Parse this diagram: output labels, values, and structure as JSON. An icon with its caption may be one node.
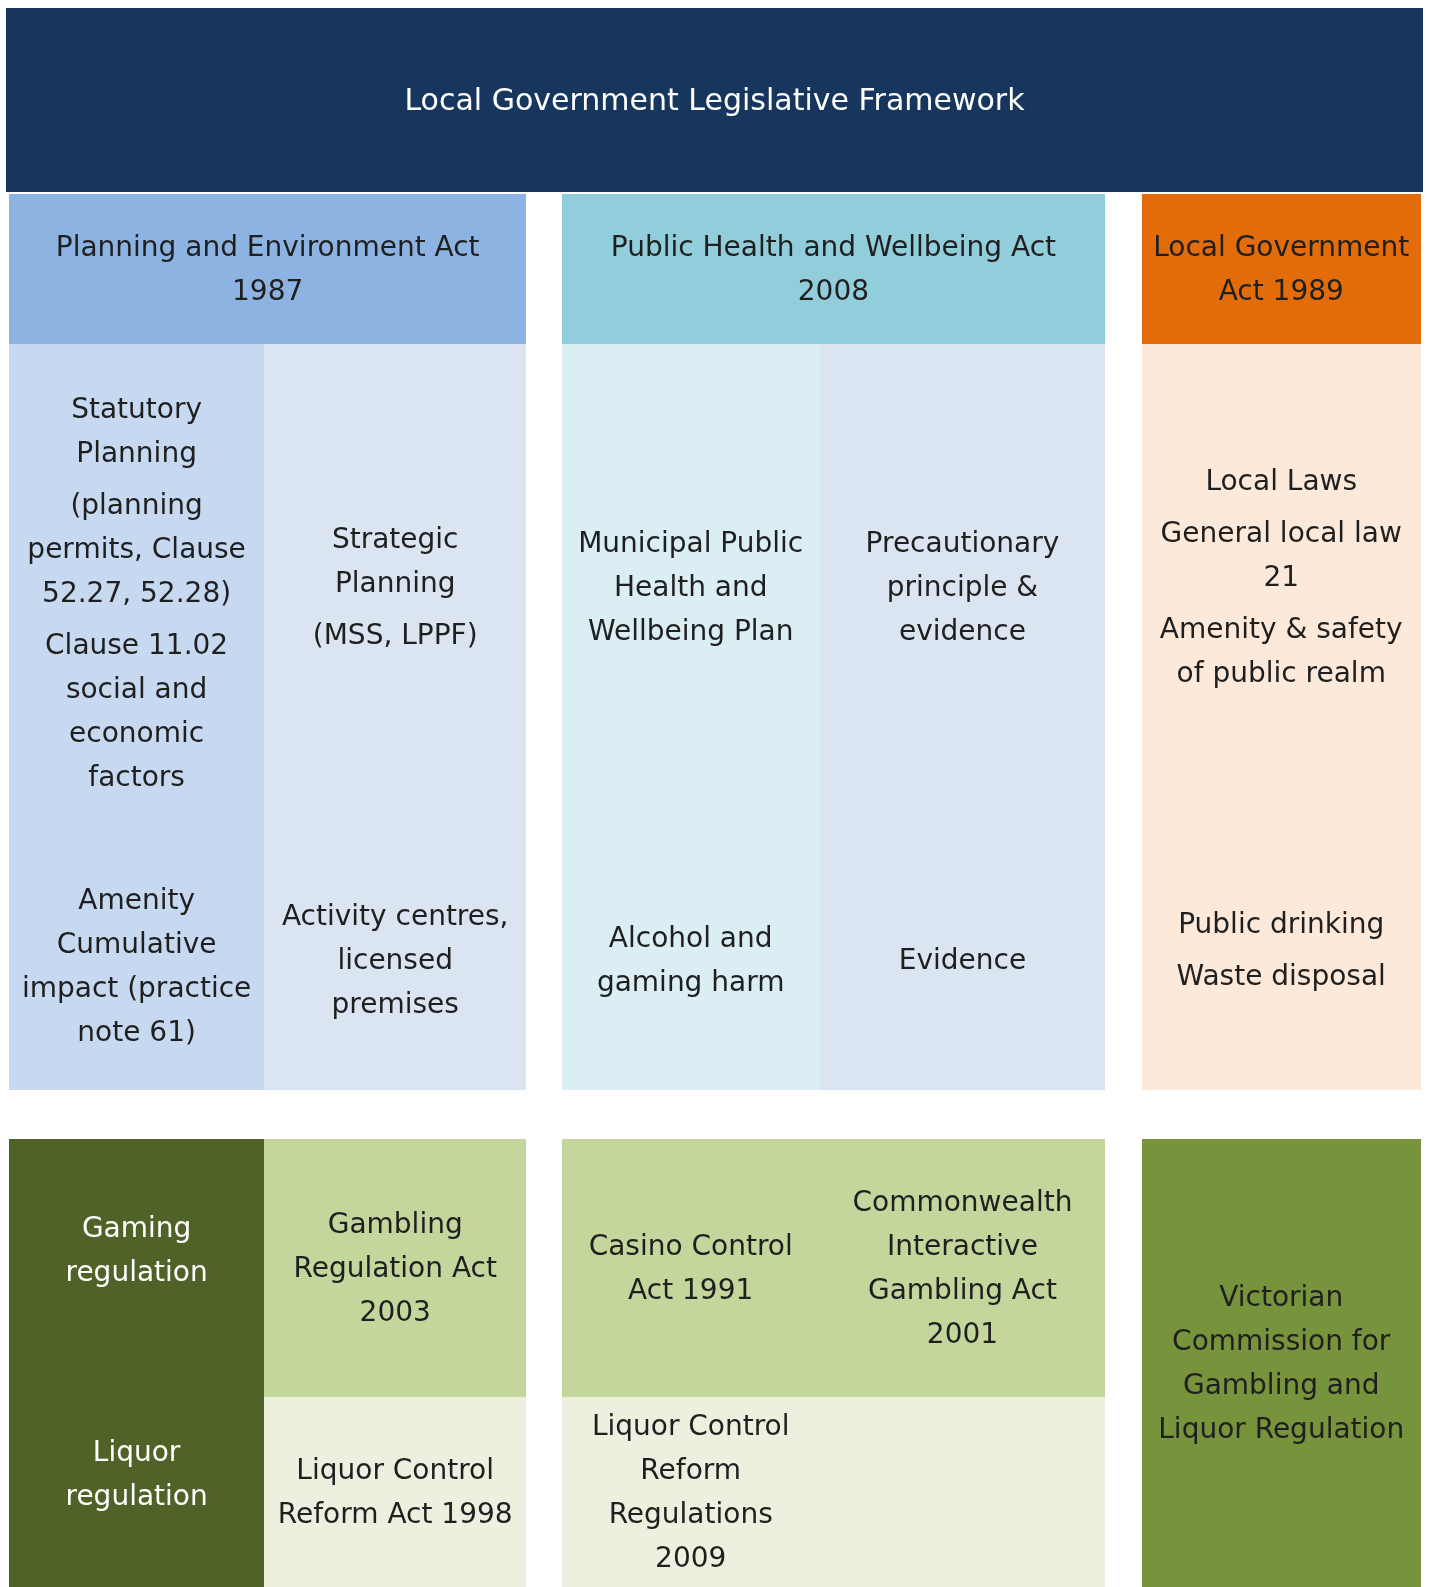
{
  "diagram": {
    "nodes": [
      {
        "text": [
          "Local Government Legislative Framework"
        ]
      },
      {
        "text": [
          "Planning and Environment Act 1987"
        ]
      },
      {
        "text": [
          "Statutory Planning",
          "(planning permits, Clause 52.27, 52.28)",
          "Clause 11.02 social and economic factors"
        ]
      },
      {
        "text": [
          "Strategic Planning",
          "(MSS, LPPF)"
        ]
      },
      {
        "text": [
          "Amenity Cumulative impact (practice note 61)"
        ]
      },
      {
        "text": [
          "Activity centres, licensed premises"
        ]
      },
      {
        "text": [
          "Public Health and Wellbeing Act 2008"
        ]
      },
      {
        "text": [
          "Municipal Public Health and Wellbeing Plan"
        ]
      },
      {
        "text": [
          "Precautionary principle & evidence"
        ]
      },
      {
        "text": [
          "Alcohol and gaming harm"
        ]
      },
      {
        "text": [
          "Evidence"
        ]
      },
      {
        "text": [
          "Local Government Act 1989"
        ]
      },
      {
        "text": [
          "Local Laws",
          "General local law 21",
          "Amenity & safety of public realm"
        ]
      },
      {
        "text": [
          "Public drinking",
          "Waste disposal"
        ]
      },
      {
        "text": [
          "Gaming regulation"
        ]
      },
      {
        "text": [
          "Liquor regulation"
        ]
      },
      {
        "text": [
          "Gambling Regulation Act 2003"
        ]
      },
      {
        "text": [
          "Liquor Control Reform Act 1998"
        ]
      },
      {
        "text": [
          "Casino Control Act 1991"
        ]
      },
      {
        "text": [
          "Commonwealth Interactive Gambling Act 2001"
        ]
      },
      {
        "text": [
          "Liquor Control Reform Regulations 2009"
        ]
      },
      {
        "text": [
          "Victorian Commission for Gambling and Liquor Regulation"
        ]
      }
    ]
  }
}
